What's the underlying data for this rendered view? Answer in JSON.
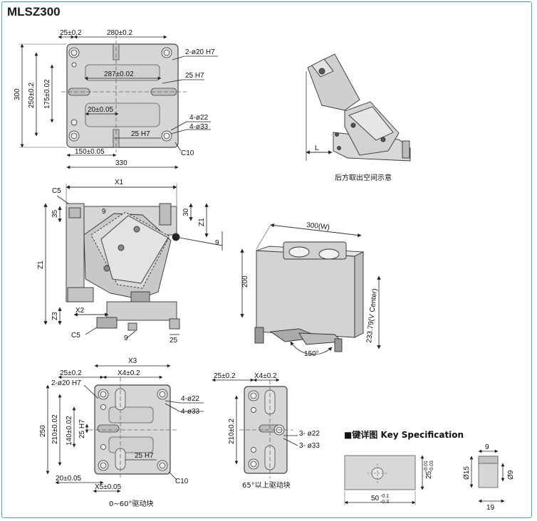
{
  "title": "MLSZ300",
  "view1": {
    "w280": "280±0.2",
    "w25": "25±0.2",
    "h300": "300",
    "h250": "250±0.2",
    "h175": "175±0.02",
    "w287": "287±0.02",
    "hole2": "2-ø20 H7",
    "key25a": "25 H7",
    "w20": "20±0.05",
    "hole4a": "4-ø22",
    "hole4b": "4-ø33",
    "key25b": "25 H7",
    "w150": "150±0.05",
    "c10": "C10",
    "w330": "330"
  },
  "view2": {
    "cap": "后方取出空间示意",
    "L": "L"
  },
  "view3": {
    "x1": "X1",
    "c5a": "C5",
    "d35": "35",
    "d9a": "9",
    "d30": "30",
    "z1a": "Z1",
    "z1b": "Z1",
    "z3": "Z3",
    "x2": "X2",
    "c5b": "C5",
    "d9b": "9",
    "d25": "25",
    "d9c": "9"
  },
  "view4": {
    "w300": "300(W)",
    "h200": "200",
    "vc": "233.79(V Center)",
    "ang": "150°"
  },
  "view5": {
    "x3": "X3",
    "w25": "25±0.2",
    "x4": "X4±0.2",
    "hole2": "2-ø20 H7",
    "hole4a": "4-ø22",
    "hole4b": "4-ø33",
    "h250": "250",
    "h210": "210±0.02",
    "h140": "140±0.02",
    "key25a": "25 H7",
    "key25b": "25 H7",
    "w20": "20±0.05",
    "x5": "X5±0.05",
    "c10": "C10",
    "cap": "0~60°驱动块"
  },
  "view6": {
    "w25": "25±0.2",
    "x4": "X4±0.2",
    "h210": "210±0.2",
    "hole3a": "3- ø22",
    "hole3b": "3- ø33",
    "cap": "65°以上驱动块"
  },
  "key": {
    "title": "■键详图 Key Specification",
    "len": "50",
    "len_tol_up": "-0.1",
    "len_tol_dn": "-0.3",
    "wid": "25",
    "wid_tol_up": "-0.01",
    "wid_tol_dn": "-0.03",
    "d9top": "9",
    "d15": "Ø15",
    "d9side": "Ø9",
    "d19": "19"
  },
  "colors": {
    "frame": "#4aa8a4",
    "part": "#d4d4d4",
    "dark": "#6a6a6a",
    "line": "#222222"
  }
}
